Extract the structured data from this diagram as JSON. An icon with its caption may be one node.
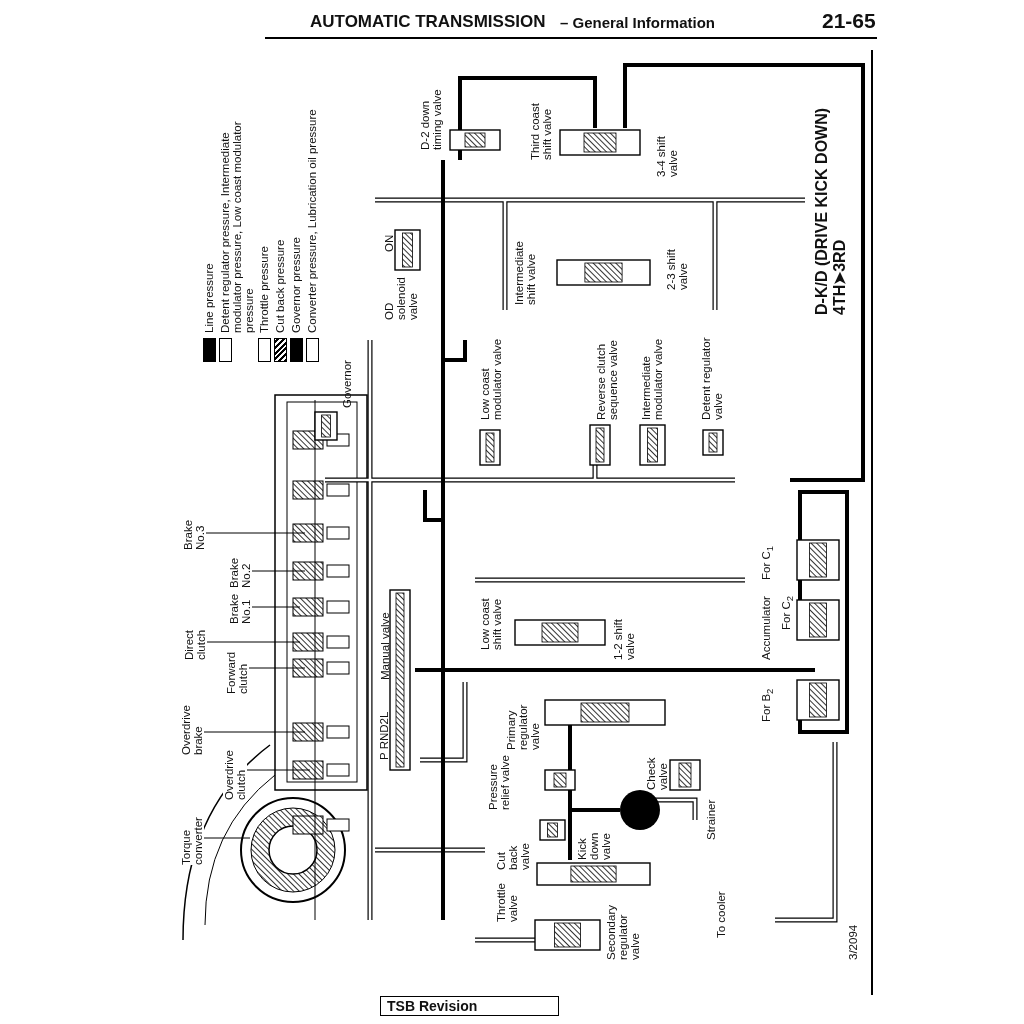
{
  "diagram": {
    "title": "D-K/D (DRIVE KICK DOWN) 4TH➤3RD",
    "nodes": [
      {
        "text": [
          "Torque converter"
        ]
      },
      {
        "text": [
          "Overdrive clutch"
        ]
      },
      {
        "text": [
          "Overdrive brake"
        ]
      },
      {
        "text": [
          "Forward clutch"
        ]
      },
      {
        "text": [
          "Direct clutch"
        ]
      },
      {
        "text": [
          "Brake No.1"
        ]
      },
      {
        "text": [
          "Brake No.2"
        ]
      },
      {
        "text": [
          "Brake No.3"
        ]
      }
    ],
    "edges": [
      {
        "from": 0,
        "to": null,
        "arrow": "none"
      },
      {
        "from": 1,
        "to": null,
        "arrow": "none"
      },
      {
        "from": 2,
        "to": null,
        "arrow": "none"
      },
      {
        "from": 3,
        "to": null,
        "arrow": "none"
      },
      {
        "from": 4,
        "to": null,
        "arrow": "none"
      },
      {
        "from": 5,
        "to": null,
        "arrow": "none"
      },
      {
        "from": 6,
        "to": null,
        "arrow": "none"
      },
      {
        "from": 7,
        "to": null,
        "arrow": "none"
      }
    ],
    "labels": [
      "AUTOMATIC TRANSMISSION",
      "– General Information",
      "21-65",
      "Governor",
      "Manual valve",
      "P RND2L",
      "Low coast modulator valve",
      "ON",
      "OD solenoid valve",
      "D-2 down timing valve",
      "Third coast shift valve",
      "3-4 shift valve",
      "Intermediate shift valve",
      "2-3 shift valve",
      "Reverse clutch sequence valve",
      "Intermediate modulator valve",
      "Detent regulator valve",
      "Low coast shift valve",
      "1-2 shift valve",
      "Primary regulator valve",
      "Pressure relief valve",
      "Cut back valve",
      "Throttle valve",
      "Kick down valve",
      "Check valve",
      "Strainer",
      "Secondary regulator valve",
      "To cooler",
      "Accumulator",
      "For C$_{1}$",
      "For C$_{2}$",
      "For B$_{2}$",
      "3/2094",
      "TSB Revision"
    ],
    "legend": [
      {
        "text": "Line pressure",
        "color": "#000000"
      },
      {
        "text": "Detent regulator pressure, Intermediate modulator pressure, Low coast modulator pressure",
        "color": "#ffffff"
      },
      {
        "text": "Throttle pressure",
        "color": "#ffffff"
      },
      {
        "text": "Cut back pressure"
      },
      {
        "text": "Governor pressure",
        "color": "#000000"
      },
      {
        "text": "Converter pressure, Lubrication oil pressure",
        "color": "#ffffff"
      }
    ]
  }
}
